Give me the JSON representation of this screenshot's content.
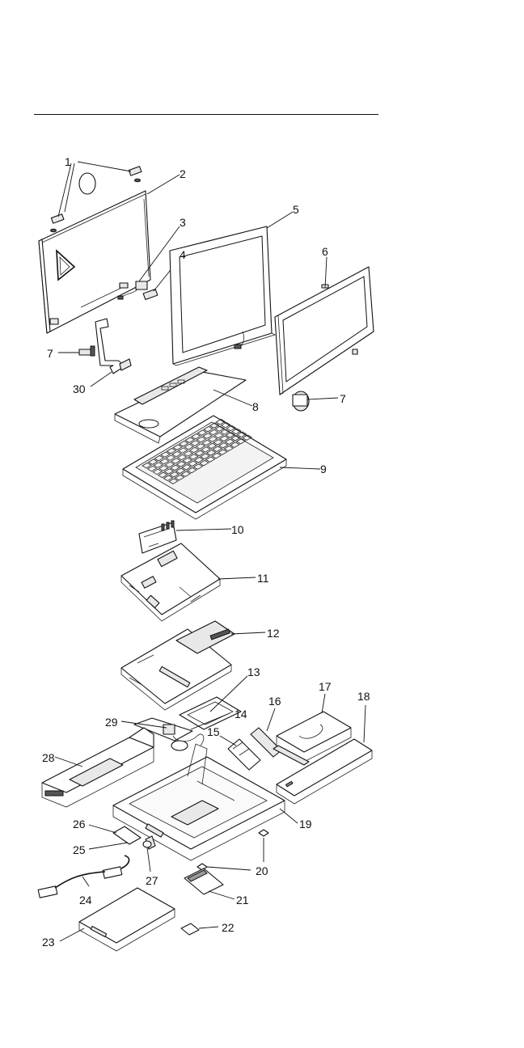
{
  "callouts": [
    {
      "id": "c1",
      "label": "1"
    },
    {
      "id": "c2",
      "label": "2"
    },
    {
      "id": "c3",
      "label": "3"
    },
    {
      "id": "c4",
      "label": "4"
    },
    {
      "id": "c5",
      "label": "5"
    },
    {
      "id": "c6",
      "label": "6"
    },
    {
      "id": "c7a",
      "label": "7"
    },
    {
      "id": "c7b",
      "label": "7"
    },
    {
      "id": "c8",
      "label": "8"
    },
    {
      "id": "c9",
      "label": "9"
    },
    {
      "id": "c10",
      "label": "10"
    },
    {
      "id": "c11",
      "label": "11"
    },
    {
      "id": "c12",
      "label": "12"
    },
    {
      "id": "c13",
      "label": "13"
    },
    {
      "id": "c14",
      "label": "14"
    },
    {
      "id": "c15",
      "label": "15"
    },
    {
      "id": "c16",
      "label": "16"
    },
    {
      "id": "c17",
      "label": "17"
    },
    {
      "id": "c18",
      "label": "18"
    },
    {
      "id": "c19",
      "label": "19"
    },
    {
      "id": "c20",
      "label": "20"
    },
    {
      "id": "c21",
      "label": "21"
    },
    {
      "id": "c22",
      "label": "22"
    },
    {
      "id": "c23",
      "label": "23"
    },
    {
      "id": "c24",
      "label": "24"
    },
    {
      "id": "c25",
      "label": "25"
    },
    {
      "id": "c26",
      "label": "26"
    },
    {
      "id": "c27",
      "label": "27"
    },
    {
      "id": "c28",
      "label": "28"
    },
    {
      "id": "c29",
      "label": "29"
    },
    {
      "id": "c30",
      "label": "30"
    }
  ]
}
